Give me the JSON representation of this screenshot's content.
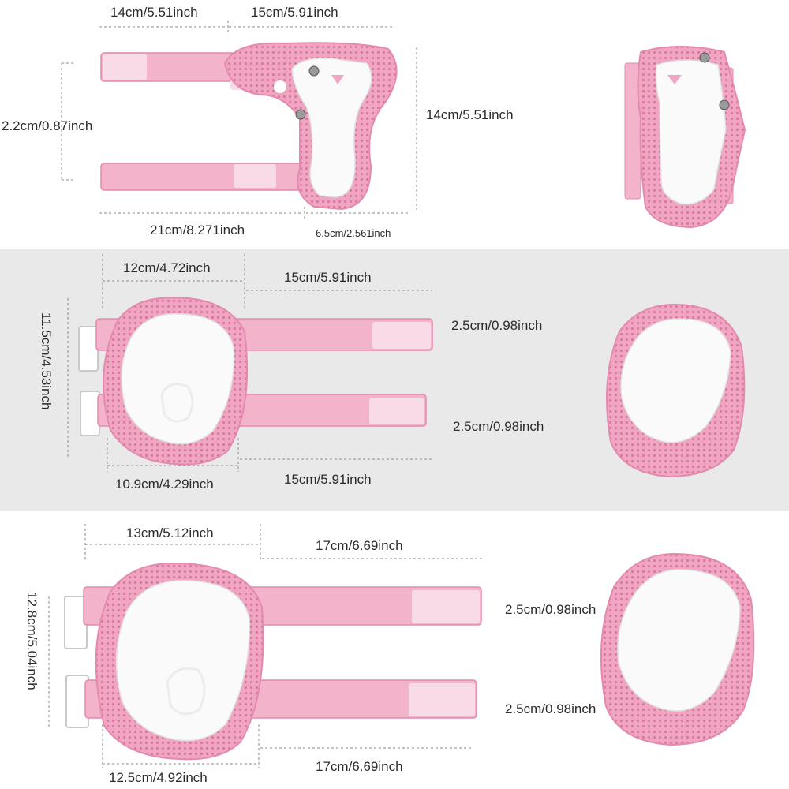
{
  "colors": {
    "pink": "#f0a6c3",
    "pink_dark": "#e48aaf",
    "pink_light": "#f7c9da",
    "shell_white": "#fafafa",
    "band_gray": "#e9e9e9",
    "guide_line": "#8a8a8a"
  },
  "wrist_guard": {
    "top_width": "14cm/5.51inch",
    "strap_length_top": "15cm/5.91inch",
    "strap_width": "2.2cm/0.87inch",
    "height": "14cm/5.51inch",
    "bottom_length": "21cm/8.271inch",
    "bottom_small": "6.5cm/2.561inch"
  },
  "elbow_pad": {
    "pad_width": "12cm/4.72inch",
    "strap_length_top": "15cm/5.91inch",
    "height": "11.5cm/4.53inch",
    "strap_width_top": "2.5cm/0.98inch",
    "strap_width_bottom": "2.5cm/0.98inch",
    "bottom_width": "10.9cm/4.29inch",
    "strap_length_bottom": "15cm/5.91inch"
  },
  "knee_pad": {
    "pad_width": "13cm/5.12inch",
    "strap_length_top": "17cm/6.69inch",
    "height": "12.8cm/5.04inch",
    "strap_width_top": "2.5cm/0.98inch",
    "strap_width_bottom": "2.5cm/0.98inch",
    "bottom_width": "12.5cm/4.92inch",
    "strap_length_bottom": "17cm/6.69inch"
  }
}
